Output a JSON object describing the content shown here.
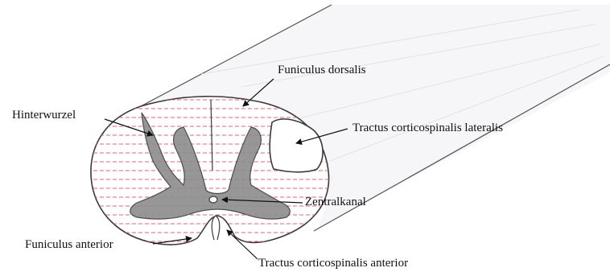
{
  "labels": {
    "funiculus_dorsalis": "Funiculus dorsalis",
    "hinterwurzel": "Hinterwurzel",
    "tractus_cs_lateralis": "Tractus corticospinalis lateralis",
    "zentralkanal": "Zentralkanal",
    "funiculus_anterior": "Funiculus anterior",
    "tractus_cs_anterior": "Tractus corticospinalis anterior"
  },
  "colors": {
    "outline": "#3a3a3a",
    "grey_matter": "#8c8c8c",
    "hatch": "#e0607a",
    "cylinder_shade": "#f6f6f9"
  }
}
